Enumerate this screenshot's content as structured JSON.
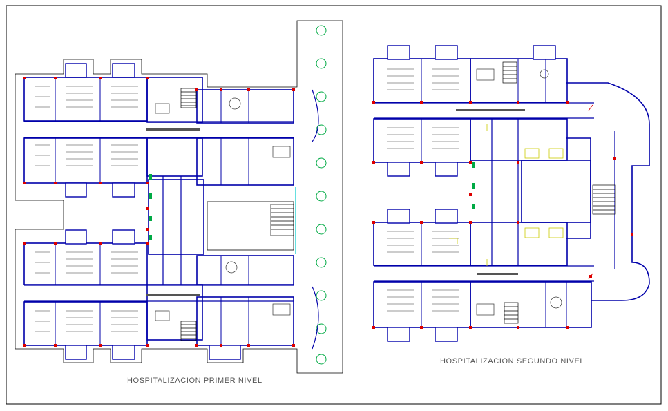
{
  "drawing": {
    "plans": [
      {
        "id": "primer",
        "title": "HOSPITALIZACION  PRIMER NIVEL"
      },
      {
        "id": "segundo",
        "title": "HOSPITALIZACION  SEGUNDO NIVEL"
      }
    ],
    "colors": {
      "walls": "#0000aa",
      "furniture": "#333333",
      "columns": "#dd0000",
      "landscape": "#00aa44",
      "accent": "#cccc00",
      "glass": "#00cccc",
      "frame": "#000000"
    }
  }
}
